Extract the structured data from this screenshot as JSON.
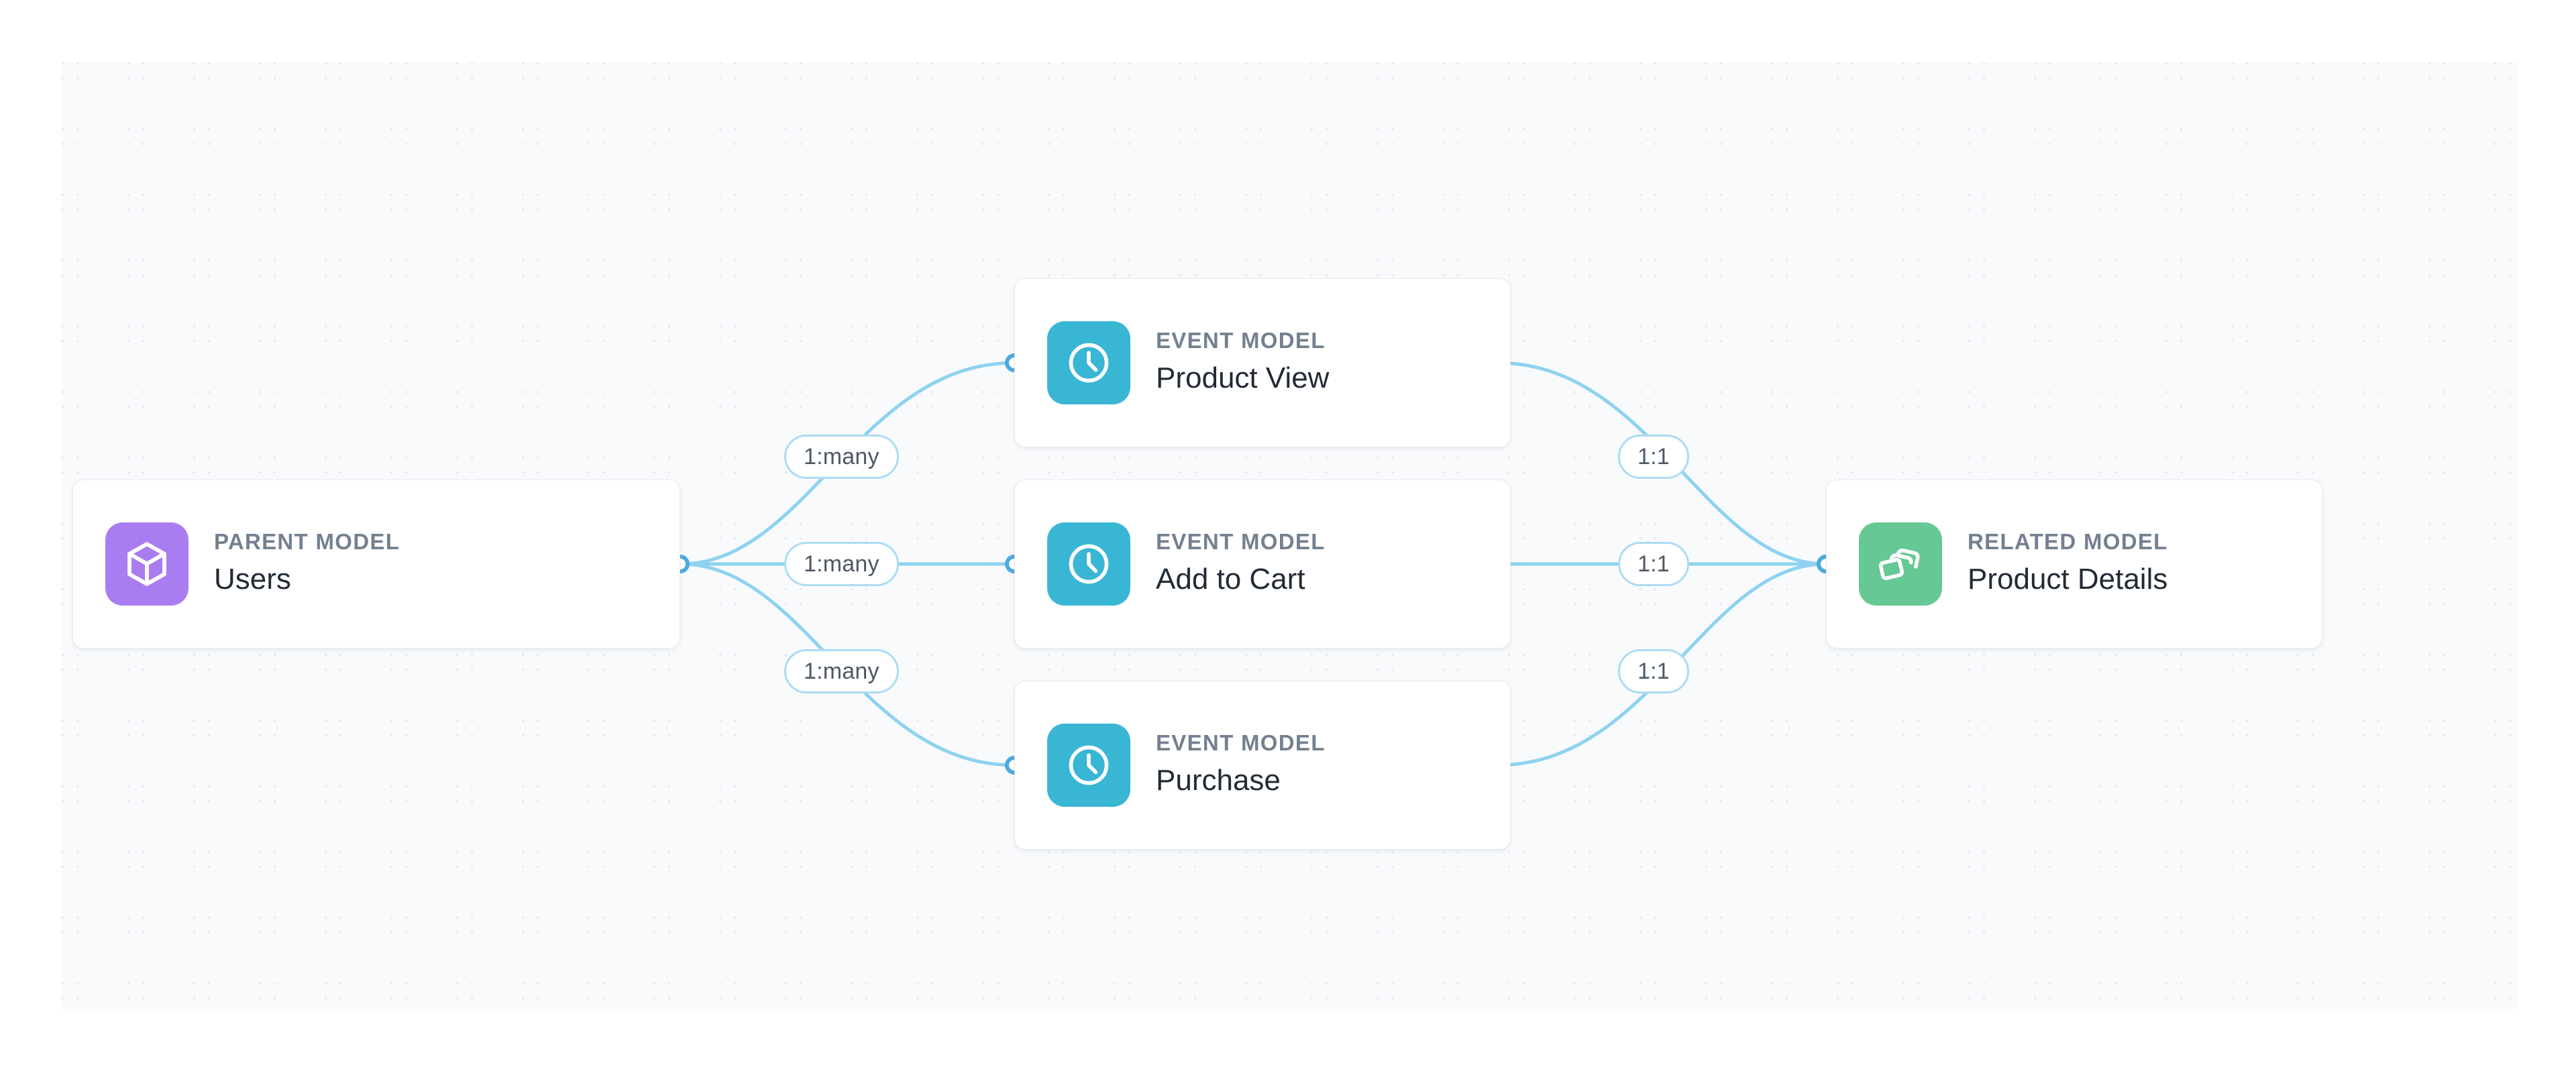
{
  "canvas": {
    "background_color": "#f8fafc",
    "dot_color": "#e3e7ee"
  },
  "theme": {
    "edge_color": "#8ed2f0",
    "port_stroke": "#4fa9e0",
    "pill_border": "#abdcf3",
    "card_border": "#e8ebf0",
    "kicker_color": "#73808f",
    "title_color": "#222b36",
    "parent_icon_color": "#a97df0",
    "event_icon_color": "#38b6d4",
    "related_icon_color": "#66c894"
  },
  "nodes": {
    "parent": {
      "kicker": "PARENT MODEL",
      "title": "Users",
      "icon": "cube-icon",
      "icon_color": "#a97df0"
    },
    "events": [
      {
        "kicker": "EVENT MODEL",
        "title": "Product View",
        "icon": "clock-icon",
        "icon_color": "#38b6d4"
      },
      {
        "kicker": "EVENT MODEL",
        "title": "Add to Cart",
        "icon": "clock-icon",
        "icon_color": "#38b6d4"
      },
      {
        "kicker": "EVENT MODEL",
        "title": "Purchase",
        "icon": "clock-icon",
        "icon_color": "#38b6d4"
      }
    ],
    "related": {
      "kicker": "RELATED MODEL",
      "title": "Product Details",
      "icon": "layers-icon",
      "icon_color": "#66c894"
    }
  },
  "edges": {
    "left": [
      {
        "label": "1:many"
      },
      {
        "label": "1:many"
      },
      {
        "label": "1:many"
      }
    ],
    "right": [
      {
        "label": "1:1"
      },
      {
        "label": "1:1"
      },
      {
        "label": "1:1"
      }
    ]
  }
}
